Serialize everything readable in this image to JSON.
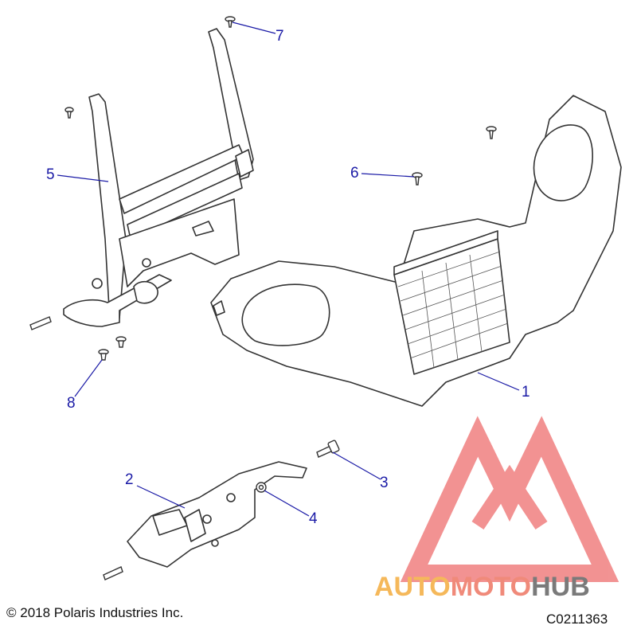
{
  "callouts": [
    {
      "id": "1",
      "label": "1"
    },
    {
      "id": "2",
      "label": "2"
    },
    {
      "id": "3",
      "label": "3"
    },
    {
      "id": "4",
      "label": "4"
    },
    {
      "id": "5",
      "label": "5"
    },
    {
      "id": "6",
      "label": "6"
    },
    {
      "id": "7",
      "label": "7"
    },
    {
      "id": "8",
      "label": "8"
    }
  ],
  "footer": {
    "copyright": "© 2018 Polaris Industries Inc.",
    "code": "C0211363"
  },
  "watermark": {
    "word_part1": "AUTO",
    "word_part2": "MOTO",
    "word_part3": "HUB",
    "color_part1": "#f5b85a",
    "color_part2": "#f08a7a",
    "color_part3": "#7a7a7a",
    "logo_color": "#f08080"
  },
  "colors": {
    "callout_text": "#1a1aa6",
    "leader_line": "#1a1aa6",
    "part_outline": "#333333",
    "part_fill": "#ffffff"
  }
}
